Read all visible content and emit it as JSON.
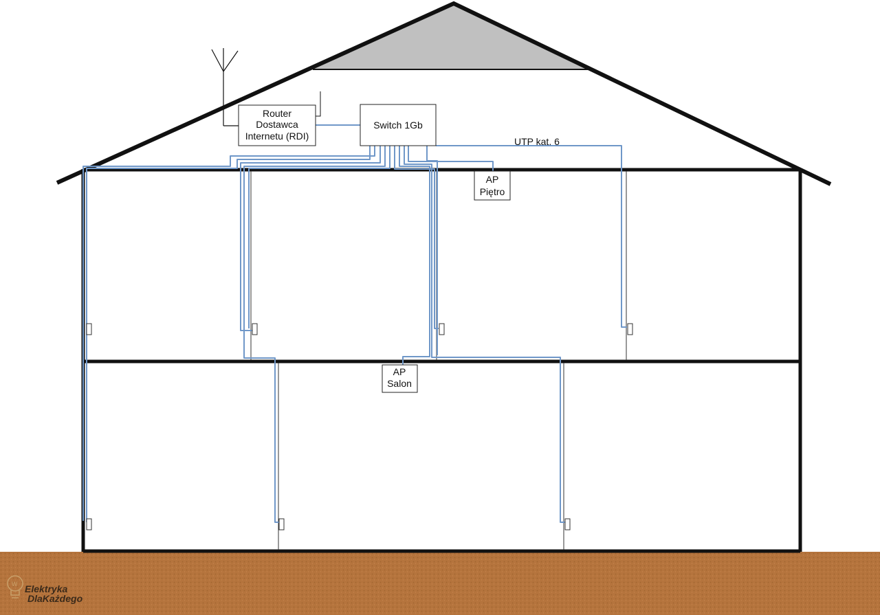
{
  "labels": {
    "router": [
      "Router",
      "Dostawca",
      "Internetu (RDI)"
    ],
    "switch": "Switch 1Gb",
    "cable": "UTP kat. 6",
    "ap_upper": [
      "AP",
      "Piętro"
    ],
    "ap_lower": [
      "AP",
      "Salon"
    ]
  },
  "logo": {
    "line1": "Elektryka",
    "line2": "DlaKażdego"
  },
  "colors": {
    "cable": "#6f97c8",
    "wall": "#111111",
    "roof_gray": "#c0c0c0",
    "ground": "#b5743d"
  }
}
